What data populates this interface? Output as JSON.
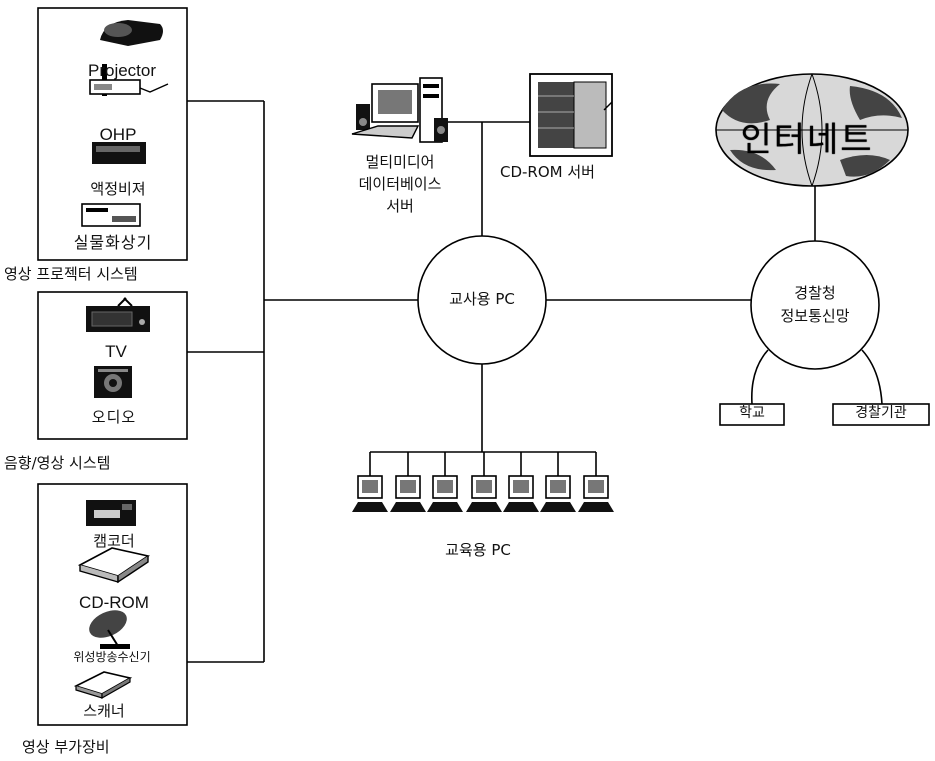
{
  "groups": {
    "projector_system": {
      "caption": "영상  프로젝터  시스템",
      "items": [
        "Projector",
        "OHP",
        "액정비져",
        "실물화상기"
      ]
    },
    "av_system": {
      "caption": "음향/영상 시스템",
      "items": [
        "TV",
        "오디오"
      ]
    },
    "peripherals": {
      "caption": "영상  부가장비",
      "items": [
        "캠코더",
        "CD-ROM",
        "위성방송수신기",
        "스캐너"
      ]
    }
  },
  "nodes": {
    "teacher_pc": "교사용  PC",
    "multimedia_db": [
      "멀티미디어",
      "데이터베이스",
      "서버"
    ],
    "cdrom_server": "CD-ROM  서버",
    "internet": "인터네트",
    "police_net": [
      "경찰청",
      "정보통신망"
    ],
    "school": "학교",
    "police_agency": "경찰기관",
    "student_pc": "교육용  PC"
  },
  "icons": {
    "projector": "projector-icon",
    "ohp": "ohp-icon",
    "lcd": "lcd-projector-icon",
    "presenter": "document-camera-icon",
    "tv": "tv-icon",
    "audio": "audio-icon",
    "camcorder": "camcorder-icon",
    "cdrom": "cdrom-drive-icon",
    "satellite": "satellite-dish-icon",
    "scanner": "scanner-icon",
    "workstation": "multimedia-workstation-icon",
    "server_rack": "server-rack-icon",
    "globe": "globe-icon",
    "terminal": "terminal-icon"
  },
  "colors": {
    "line": "#000000",
    "shade": "#777777"
  }
}
